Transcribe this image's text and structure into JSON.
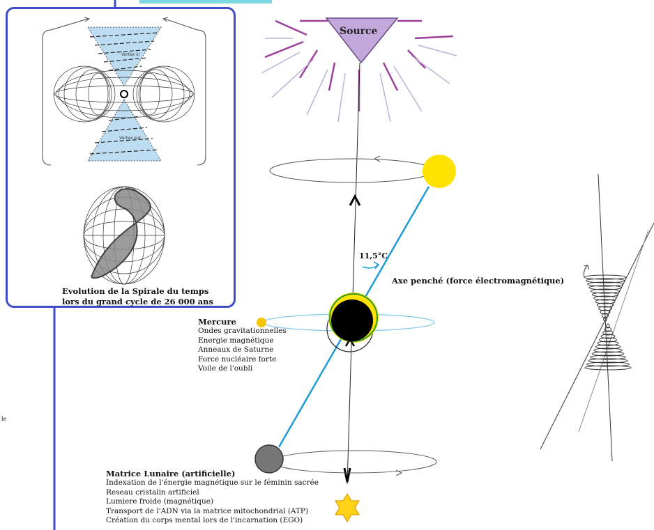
{
  "panel": {
    "caption": "Evolution de la Spirale du temps lors du grand cycle de 26 000 ans",
    "vortex_in_label": "Vortex in",
    "vortex_out_label": "Vortex out"
  },
  "source": {
    "label": "Source"
  },
  "angle": {
    "label": "11,5°C"
  },
  "axis": {
    "label": "Axe penché (force électromagnétique)"
  },
  "mercure": {
    "title": "Mercure",
    "items": [
      "Ondes gravitationnelles",
      "Energie magnétique",
      "Anneaux de Saturne",
      "Force nucléaire forte",
      "Voile de l'oubli"
    ]
  },
  "matrice": {
    "title": "Matrice Lunaire (artificielle)",
    "items": [
      "Indexation de l'énergie magnétique sur le féminin sacrée",
      "Reseau cristalin artificiel",
      "Lumiere froide (magnétique)",
      "Transport de l'ADN via la matrice mitochondrial (ATP)",
      "Création du corps mental lors de l'incarnation (EGO)"
    ]
  },
  "stray": {
    "edge_text": "le"
  },
  "colors": {
    "panel_border": "#3f4bc8",
    "left_rule": "#3f4bc8",
    "source_fill": "#c3a8dc",
    "source_rays": "#9b3f9b",
    "sun": "#ffe300",
    "tilted_axis": "#1e9ad6",
    "orbit": "#7fc8e8",
    "moon": "#777777",
    "star": "#ffd21a",
    "vortex_fill": "#bcdcf2"
  }
}
